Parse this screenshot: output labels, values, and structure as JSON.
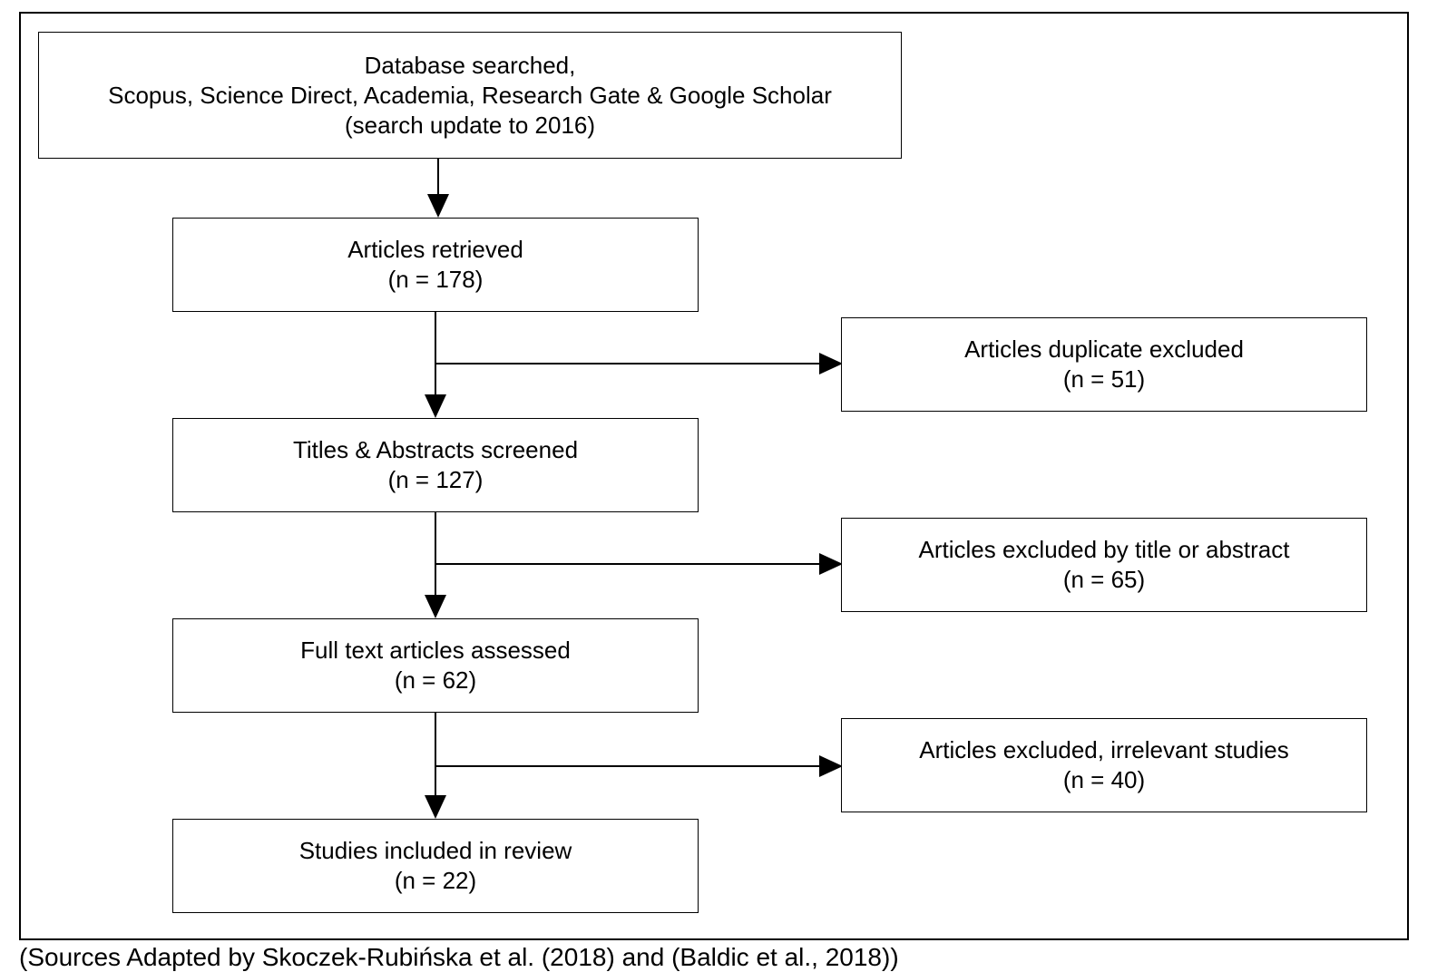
{
  "flowchart": {
    "database": {
      "line1": "Database searched,",
      "line2": "Scopus, Science Direct, Academia, Research Gate & Google Scholar",
      "line3": "(search update to 2016)"
    },
    "retrieved": {
      "label": "Articles retrieved",
      "count": "(n = 178)"
    },
    "duplicate": {
      "label": "Articles duplicate excluded",
      "count": "(n = 51)"
    },
    "screened": {
      "label": "Titles & Abstracts screened",
      "count": "(n = 127)"
    },
    "excluded_title": {
      "label": "Articles excluded by title or abstract",
      "count": "(n = 65)"
    },
    "full_text": {
      "label": "Full text articles assessed",
      "count": "(n = 62)"
    },
    "excluded_irrelevant": {
      "label": "Articles excluded, irrelevant studies",
      "count": "(n = 40)"
    },
    "included": {
      "label": "Studies included in review",
      "count": "(n = 22)"
    }
  },
  "caption": "(Sources Adapted by Skoczek-Rubińska et al. (2018) and (Baldic et al., 2018))"
}
